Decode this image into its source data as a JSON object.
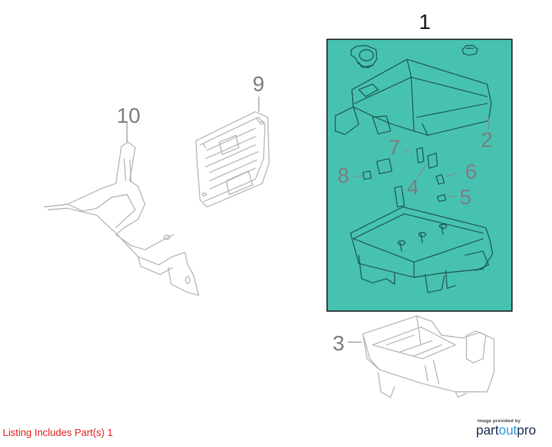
{
  "diagram": {
    "callouts": [
      {
        "id": "1",
        "label": "1"
      },
      {
        "id": "2",
        "label": "2"
      },
      {
        "id": "3",
        "label": "3"
      },
      {
        "id": "4",
        "label": "4"
      },
      {
        "id": "5",
        "label": "5"
      },
      {
        "id": "6",
        "label": "6"
      },
      {
        "id": "7",
        "label": "7"
      },
      {
        "id": "8",
        "label": "8"
      },
      {
        "id": "9",
        "label": "9"
      },
      {
        "id": "10",
        "label": "10"
      }
    ],
    "highlight_color": "#47c2b1",
    "highlighted_part": "1"
  },
  "footer": {
    "listing_text": "Listing Includes Part(s) 1",
    "credit_caption": "Image provided by",
    "brand_part": "part",
    "brand_out": "out",
    "brand_pro": "pro"
  },
  "colors": {
    "listing": "#e0201d",
    "brand_dark": "#1a2a55",
    "brand_accent": "#2a9bd8"
  }
}
